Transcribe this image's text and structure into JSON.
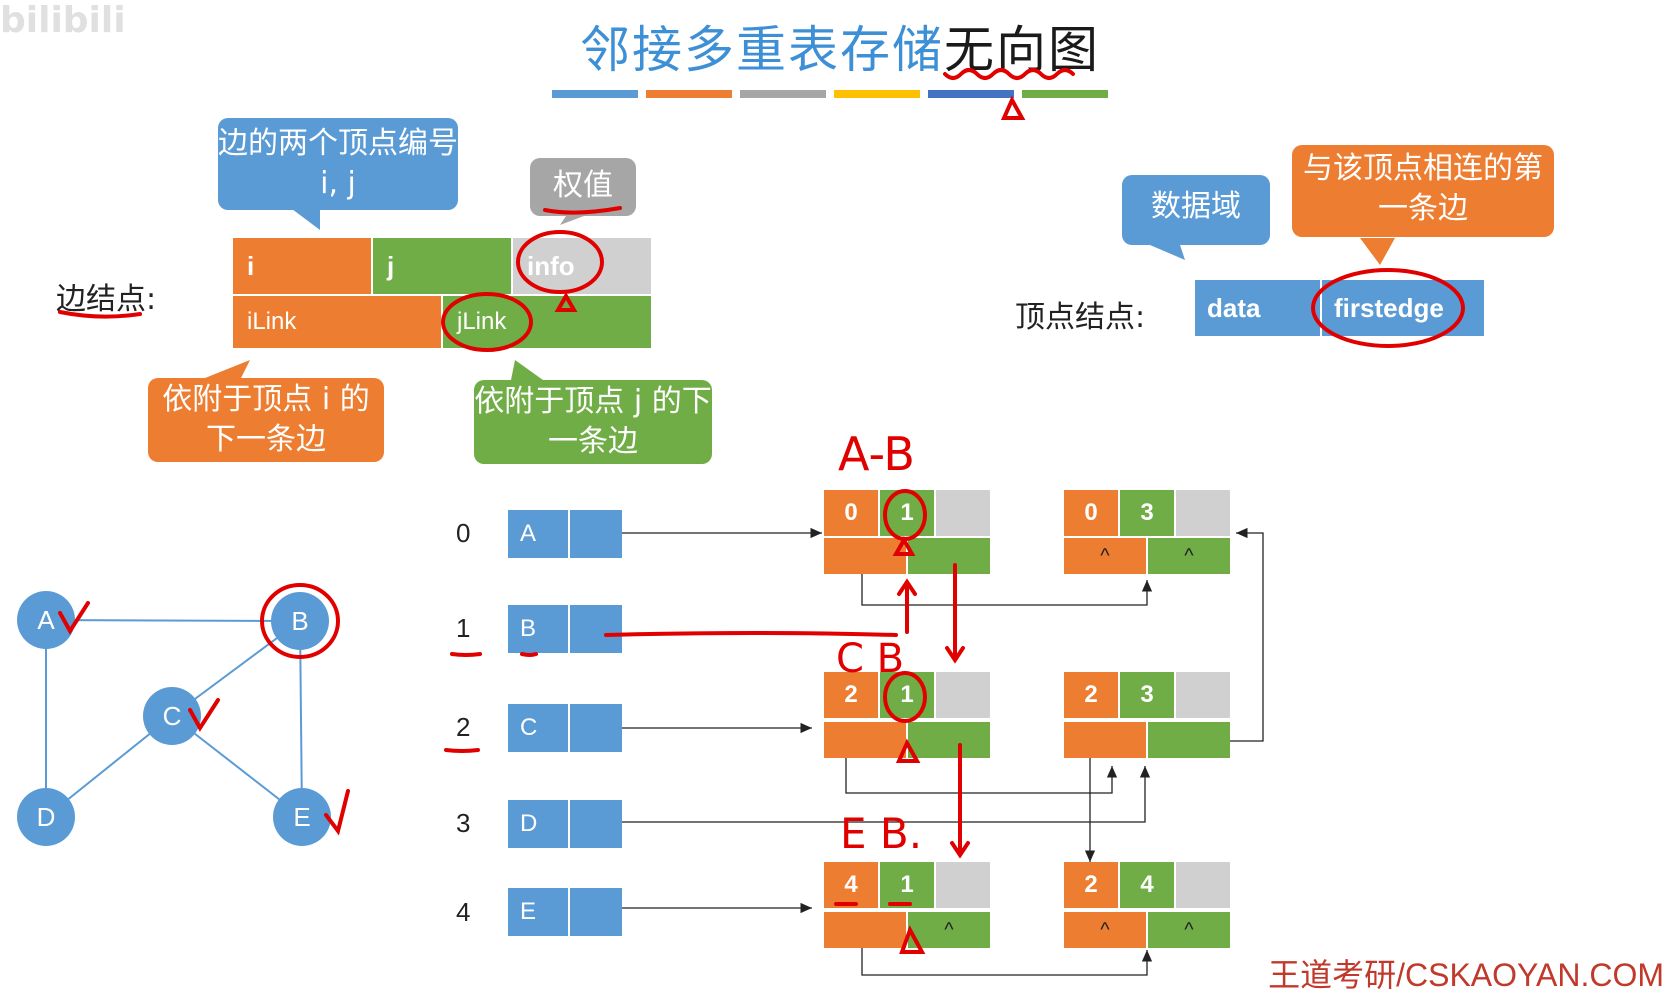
{
  "watermark": "bilibili",
  "title": {
    "part1": "邻接多重表存储",
    "part2": "无向图"
  },
  "edge_node": {
    "label": "边结点:",
    "fields": {
      "i": "i",
      "j": "j",
      "info": "info",
      "ilink": "iLink",
      "jlink": "jLink"
    },
    "callouts": {
      "ij": "边的两个顶点编号i, j",
      "weight": "权值",
      "ilink": "依附于顶点 i 的下一条边",
      "jlink": "依附于顶点 j 的下一条边"
    }
  },
  "vertex_node": {
    "label": "顶点结点:",
    "fields": {
      "data": "data",
      "firstedge": "firstedge"
    },
    "callouts": {
      "data": "数据域",
      "firstedge": "与该顶点相连的第一条边"
    }
  },
  "graph": {
    "vertices": [
      "A",
      "B",
      "C",
      "D",
      "E"
    ],
    "edges": [
      [
        "A",
        "B"
      ],
      [
        "A",
        "D"
      ],
      [
        "B",
        "C"
      ],
      [
        "B",
        "E"
      ],
      [
        "C",
        "D"
      ],
      [
        "C",
        "E"
      ]
    ]
  },
  "vertex_table": {
    "indices": [
      "0",
      "1",
      "2",
      "3",
      "4"
    ],
    "data": [
      "A",
      "B",
      "C",
      "D",
      "E"
    ]
  },
  "edge_table": [
    {
      "i": "0",
      "j": "1",
      "ilink": "",
      "jlink": ""
    },
    {
      "i": "0",
      "j": "3",
      "ilink": "^",
      "jlink": "^"
    },
    {
      "i": "2",
      "j": "1",
      "ilink": "",
      "jlink": ""
    },
    {
      "i": "2",
      "j": "3",
      "ilink": "",
      "jlink": ""
    },
    {
      "i": "4",
      "j": "1",
      "ilink": "",
      "jlink": "^"
    },
    {
      "i": "2",
      "j": "4",
      "ilink": "^",
      "jlink": "^"
    }
  ],
  "annotations": {
    "ab": "A-B",
    "cb": "C B",
    "eb": "E B."
  },
  "footer": "王道考研/CSKAOYAN.COM",
  "colors": {
    "orange": "#ed7d31",
    "green": "#70ad47",
    "gray": "#d0d0d0",
    "blue": "#5b9bd5",
    "ink": "#e00000"
  }
}
